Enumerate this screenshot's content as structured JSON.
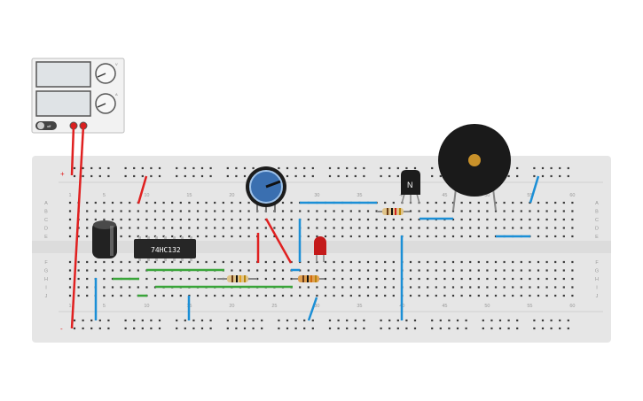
{
  "power_supply": {
    "knob1_label": "V",
    "knob2_label": "A",
    "button_label": "off",
    "display1": "",
    "display2": ""
  },
  "breadboard": {
    "column_numbers": [
      "1",
      "5",
      "10",
      "15",
      "20",
      "25",
      "30",
      "35",
      "40",
      "45",
      "50",
      "55",
      "60"
    ],
    "row_labels_top": [
      "A",
      "B",
      "C",
      "D",
      "E"
    ],
    "row_labels_bottom": [
      "F",
      "G",
      "H",
      "I",
      "J"
    ],
    "rail_plus": "+",
    "rail_minus": "-"
  },
  "components": {
    "ic_label": "74HC132",
    "transistor_label": "N"
  },
  "colors": {
    "board": "#e6e6e6",
    "hole": "#3a3a3a",
    "red_wire": "#e02020",
    "blue_wire": "#1b8fd6",
    "green_wire": "#3aa53a",
    "psu_body": "#f2f2f2",
    "psu_screen": "#dfe3e6"
  }
}
